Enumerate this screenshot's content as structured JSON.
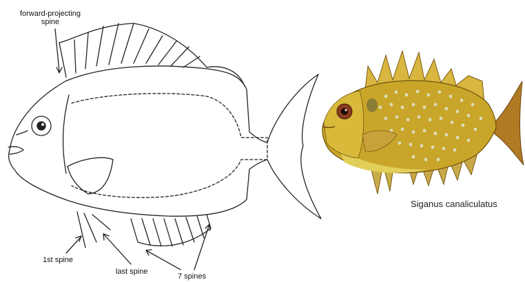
{
  "labels": {
    "forward_spine_line1": "forward-projecting",
    "forward_spine_line2": "spine",
    "first_spine": "1st spine",
    "last_spine": "last spine",
    "seven_spines": "7 spines"
  },
  "caption": "Siganus canaliculatus",
  "colors": {
    "line_art": "#222222",
    "fish_body": "#c9a629",
    "fish_belly": "#e2cf5a",
    "fish_spots": "#dfe7d8",
    "fish_tail": "#b07a25",
    "eye": "#8a3b1e"
  }
}
